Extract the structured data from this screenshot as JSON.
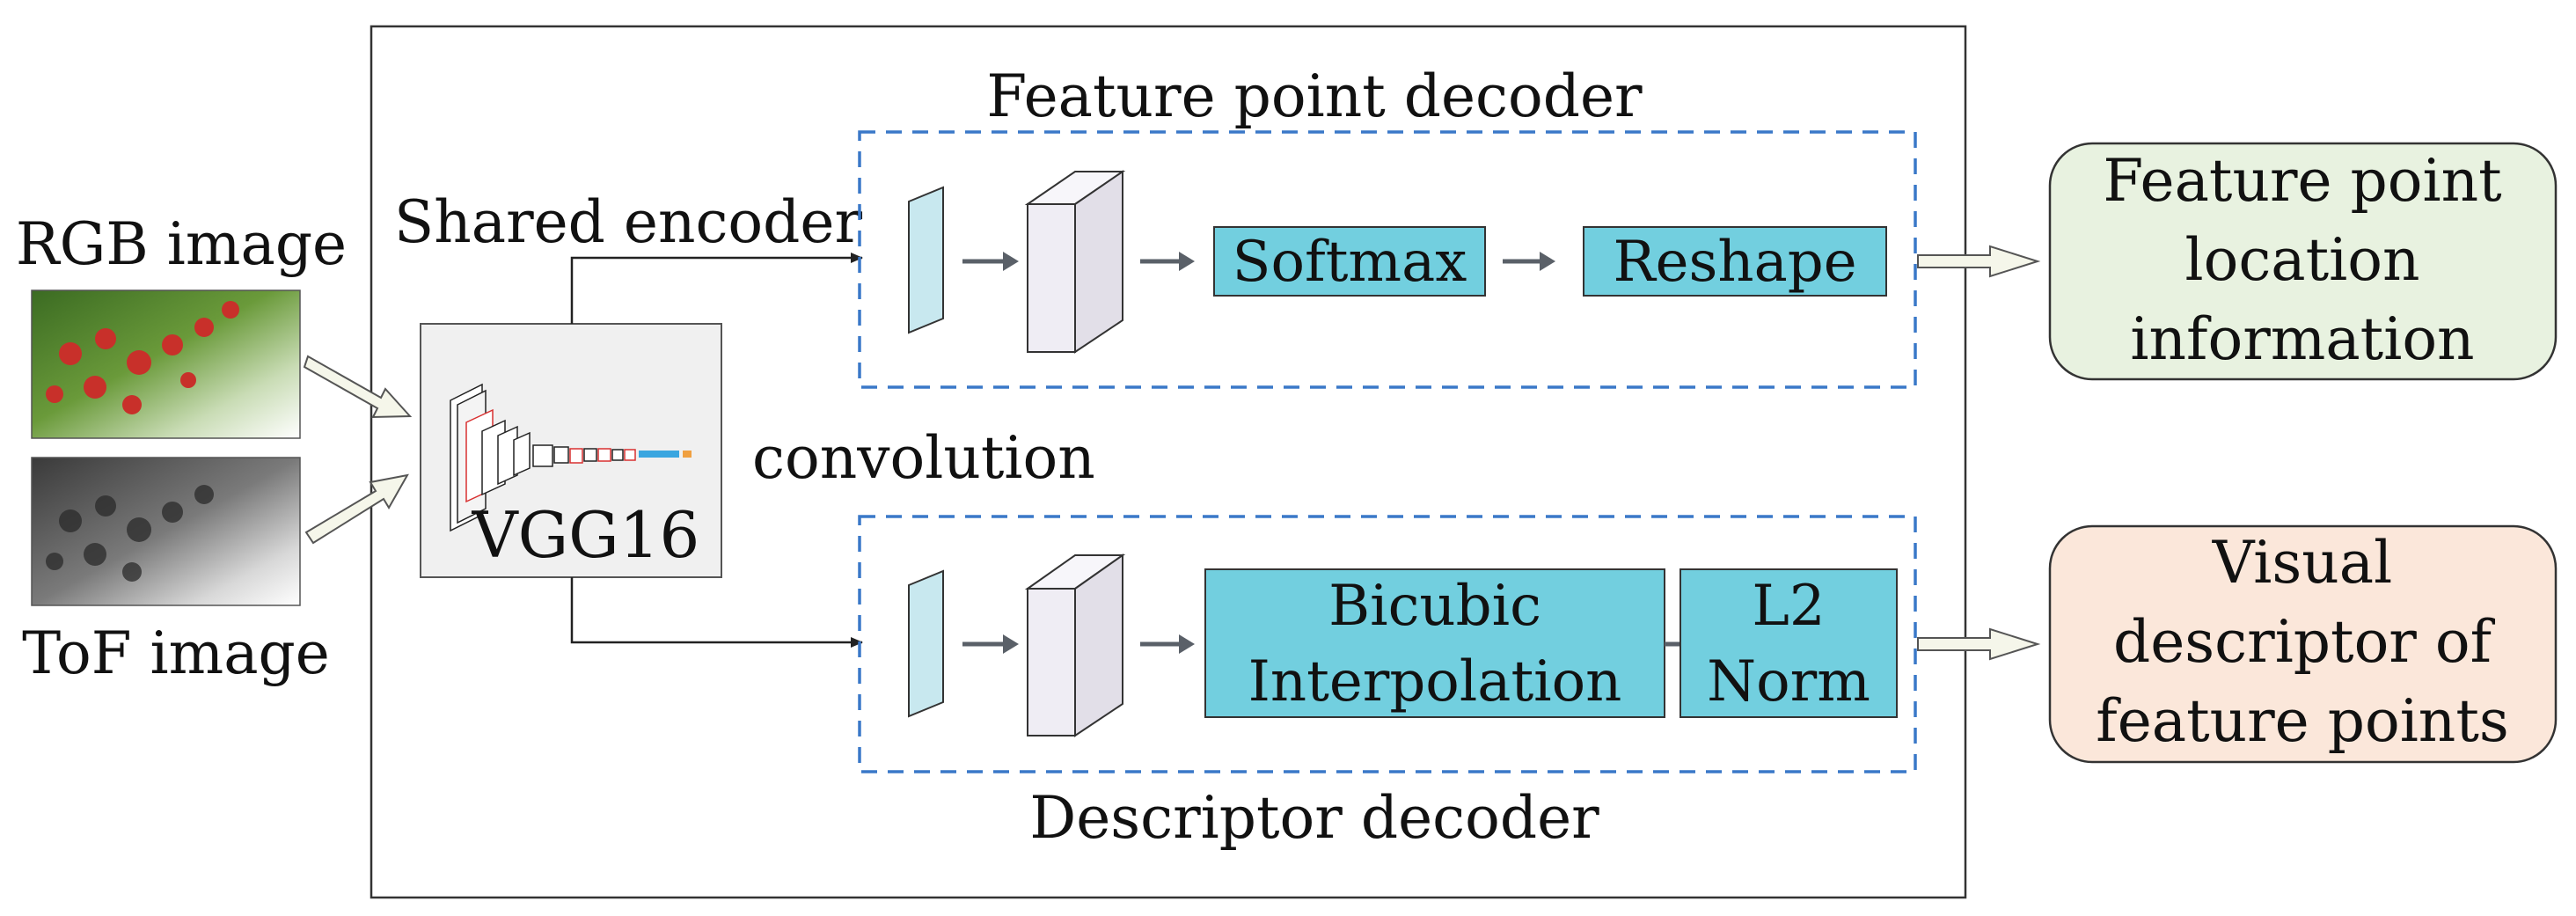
{
  "inputs": {
    "rgb_label": "RGB image",
    "tof_label": "ToF image"
  },
  "encoder": {
    "shared_label": "Shared encoder",
    "backbone_label": "VGG16",
    "convolution_label": "convolution"
  },
  "feature_decoder": {
    "title": "Feature point decoder",
    "softmax_label": "Softmax",
    "reshape_label": "Reshape"
  },
  "descriptor_decoder": {
    "title": "Descriptor decoder",
    "bicubic_line1": "Bicubic",
    "bicubic_line2": "Interpolation",
    "l2_line1": "L2",
    "l2_line2": "Norm"
  },
  "outputs": {
    "location": [
      "Feature point",
      "location",
      "information"
    ],
    "descriptor": [
      "Visual",
      "descriptor of",
      "feature points"
    ]
  },
  "colors": {
    "box_fill": "#72cfdf",
    "dashed_border": "#3a78c8",
    "output_location_fill": "#e8f2e0",
    "output_descriptor_fill": "#fbe7da",
    "encoder_fill": "#f0f0f0",
    "arrow_gray": "#5a6068",
    "slab_fill": "#c8e8ef",
    "block_fill": "#efedf4"
  }
}
